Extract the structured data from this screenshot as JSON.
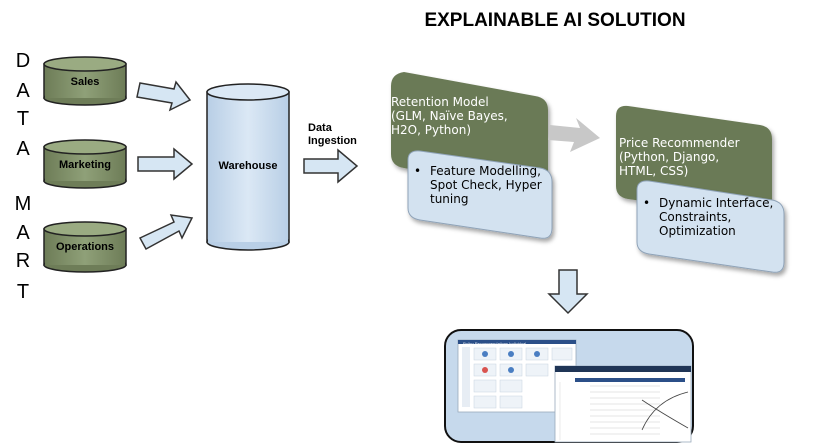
{
  "title": "EXPLAINABLE AI SOLUTION",
  "data_mart_letters": [
    "D",
    "A",
    "T",
    "A",
    "M",
    "A",
    "R",
    "T"
  ],
  "sources": [
    "Sales",
    "Marketing",
    "Operations"
  ],
  "warehouse": "Warehouse",
  "ingestion_label": [
    "Data",
    "Ingestion"
  ],
  "retention": {
    "title_lines": [
      "Retention Model",
      "(GLM, Naïve Bayes,",
      "H2O, Python)"
    ],
    "bullet_lines": [
      "Feature Modelling,",
      "Spot Check, Hyper",
      "tuning"
    ]
  },
  "price": {
    "title_lines": [
      "Price Recommender",
      "(Python, Django,",
      "HTML, CSS)"
    ],
    "bullet_lines": [
      "Dynamic Interface,",
      "Constraints,",
      "Optimization"
    ]
  },
  "screenshot_caption": "Policy Recommendations Individual",
  "colors": {
    "cylinder_fill": "#7f8e67",
    "warehouse_fill": "#c6d9ec",
    "arrow_fill": "#d6e6f3",
    "box_fill": "#6b7a56",
    "bullet_fill": "#d3e2f0"
  }
}
